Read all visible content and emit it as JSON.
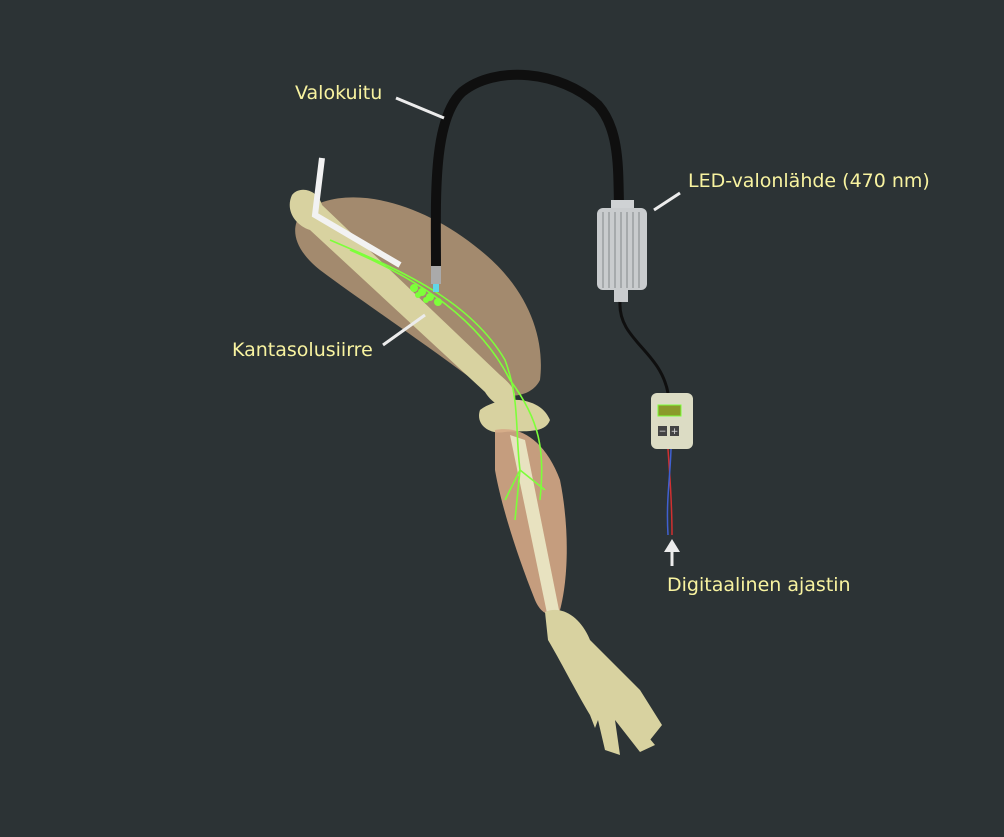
{
  "labels": {
    "fiber": "Valokuitu",
    "led": "LED-valonlähde (470 nm)",
    "graft": "Kantasolusiirre",
    "timer": "Digitaalinen ajastin"
  },
  "colors": {
    "background": "#2c3335",
    "label": "#f8f3a0",
    "nerve": "#7dff3a",
    "muscle": "#c9a27a",
    "bone": "#d8d2a0"
  }
}
